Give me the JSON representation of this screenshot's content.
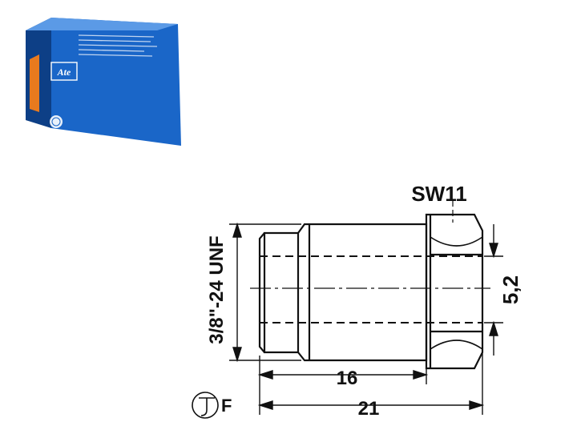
{
  "product_box": {
    "brand": "Ate",
    "colors": {
      "box_blue": "#1a66c8",
      "box_orange": "#e87a1e",
      "box_dark": "#0d3f86"
    }
  },
  "drawing": {
    "wrench_size_label": "SW11",
    "thread_label": "3/8\"-24 UNF",
    "hole_dim_label": "5,2",
    "length_short_label": "16",
    "length_total_label": "21",
    "seat_type_label": "F",
    "seat_symbol_icon": "flare-seat-icon",
    "line_color": "#111111"
  }
}
